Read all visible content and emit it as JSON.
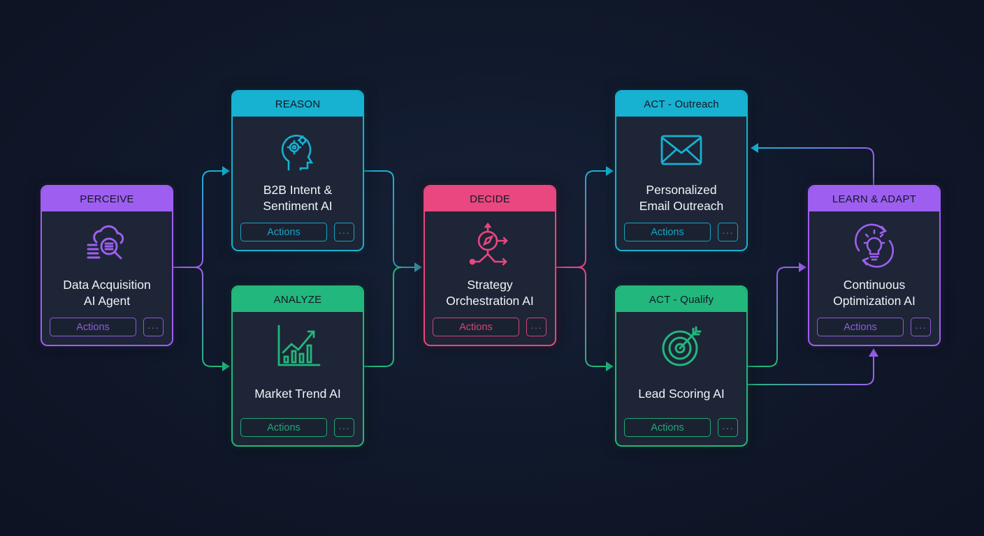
{
  "colors": {
    "perceive": "#9e5ff0",
    "reason": "#17b1d1",
    "analyze": "#22b77c",
    "decide": "#e8477f",
    "background": "#0f1729"
  },
  "cards": {
    "perceive": {
      "header": "PERCEIVE",
      "title1": "Data Acquisition",
      "title2": "AI Agent",
      "icon": "cloud-search-icon",
      "actions": "Actions",
      "more": "···"
    },
    "reason": {
      "header": "REASON",
      "title1": "B2B Intent &",
      "title2": "Sentiment AI",
      "icon": "head-gears-icon",
      "actions": "Actions",
      "more": "···"
    },
    "analyze": {
      "header": "ANALYZE",
      "title1": "Market Trend AI",
      "icon": "chart-trend-icon",
      "actions": "Actions",
      "more": "···"
    },
    "decide": {
      "header": "DECIDE",
      "title1": "Strategy",
      "title2": "Orchestration AI",
      "icon": "compass-branch-icon",
      "actions": "Actions",
      "more": "···"
    },
    "outreach": {
      "header": "ACT - Outreach",
      "title1": "Personalized",
      "title2": "Email Outreach",
      "icon": "envelope-icon",
      "actions": "Actions",
      "more": "···"
    },
    "qualify": {
      "header": "ACT - Qualify",
      "title1": "Lead Scoring AI",
      "icon": "target-icon",
      "actions": "Actions",
      "more": "···"
    },
    "learn": {
      "header": "LEARN & ADAPT",
      "title1": "Continuous",
      "title2": "Optimization AI",
      "icon": "lightbulb-cycle-icon",
      "actions": "Actions",
      "more": "···"
    }
  }
}
